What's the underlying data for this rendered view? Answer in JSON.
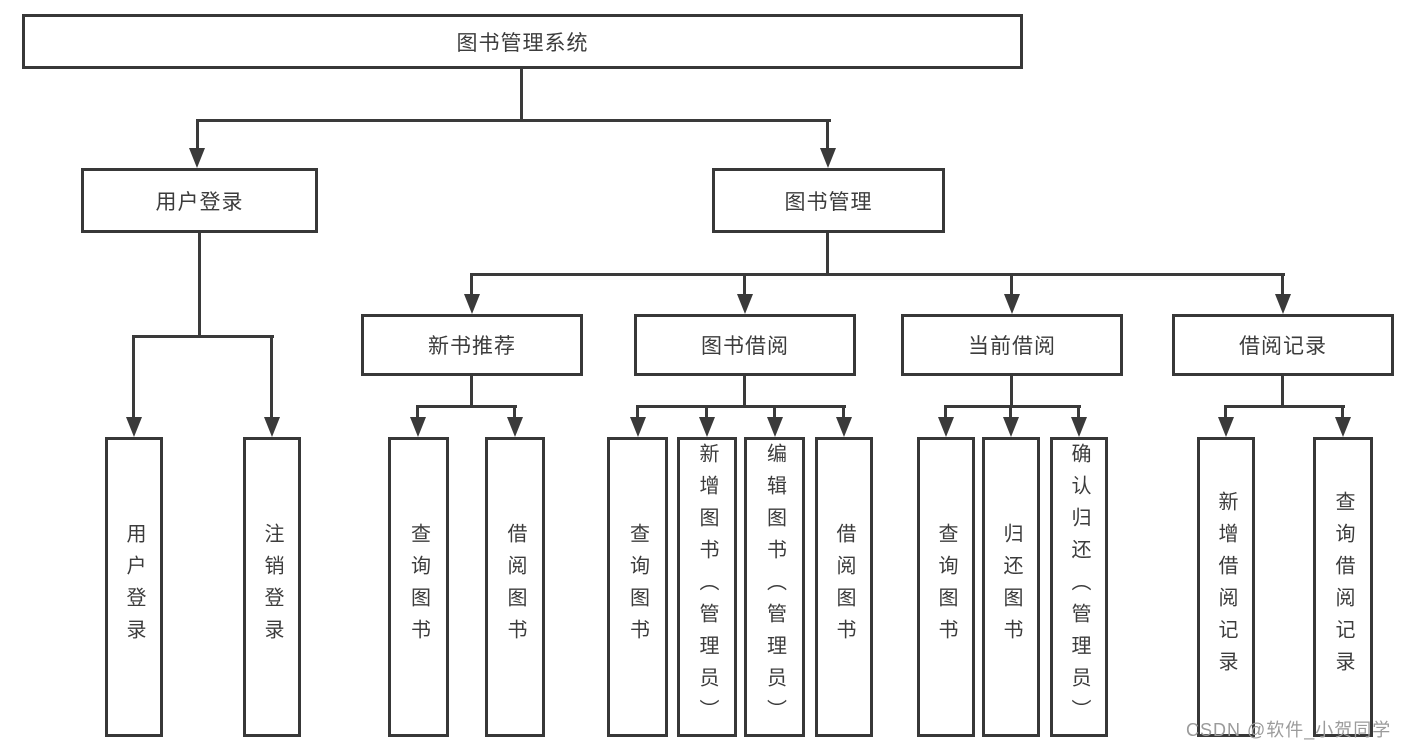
{
  "diagram": {
    "root": {
      "label": "图书管理系统"
    },
    "level2": [
      {
        "label": "用户登录"
      },
      {
        "label": "图书管理"
      }
    ],
    "level3": [
      {
        "label": "新书推荐",
        "parent": "图书管理"
      },
      {
        "label": "图书借阅",
        "parent": "图书管理"
      },
      {
        "label": "当前借阅",
        "parent": "图书管理"
      },
      {
        "label": "借阅记录",
        "parent": "图书管理"
      }
    ],
    "leaves": [
      {
        "label": "用户登录",
        "parent": "用户登录"
      },
      {
        "label": "注销登录",
        "parent": "用户登录"
      },
      {
        "label": "查询图书",
        "parent": "新书推荐"
      },
      {
        "label": "借阅图书",
        "parent": "新书推荐"
      },
      {
        "label": "查询图书",
        "parent": "图书借阅"
      },
      {
        "label": "新增图书（管理员）",
        "parent": "图书借阅"
      },
      {
        "label": "编辑图书（管理员）",
        "parent": "图书借阅"
      },
      {
        "label": "借阅图书",
        "parent": "图书借阅"
      },
      {
        "label": "查询图书",
        "parent": "当前借阅"
      },
      {
        "label": "归还图书",
        "parent": "当前借阅"
      },
      {
        "label": "确认归还（管理员）",
        "parent": "当前借阅"
      },
      {
        "label": "新增借阅记录",
        "parent": "借阅记录"
      },
      {
        "label": "查询借阅记录",
        "parent": "借阅记录"
      }
    ],
    "watermark": {
      "text": "CSDN @软件_小贺同学"
    },
    "colors": {
      "line": "#3a3a3a",
      "border": "#383838",
      "text": "#3c3c3c",
      "watermark": "#9b9b9b",
      "background": "#ffffff"
    }
  }
}
